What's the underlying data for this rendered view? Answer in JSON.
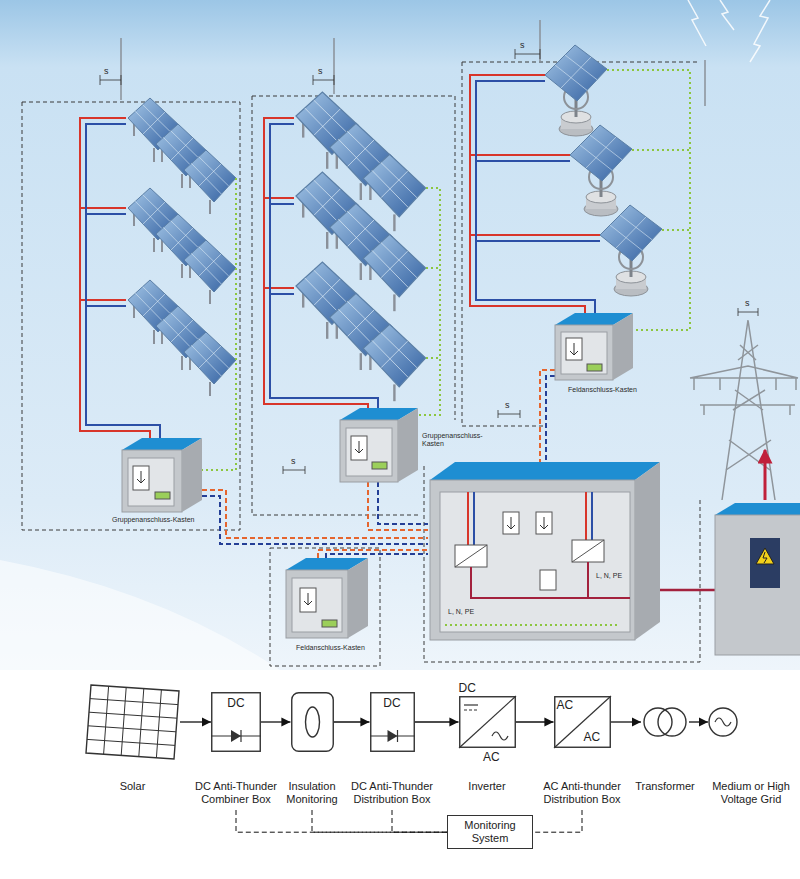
{
  "diagram": {
    "nodes": [
      {
        "text": [
          "Solar"
        ]
      },
      {
        "text": [
          "DC",
          "DC Anti-Thunder Combiner Box"
        ]
      },
      {
        "text": [
          "Insulation Monitoring"
        ]
      },
      {
        "text": [
          "DC",
          "DC Anti-Thunder Distribution Box"
        ]
      },
      {
        "text": [
          "DC",
          "AC",
          "Inverter"
        ]
      },
      {
        "text": [
          "AC",
          "AC",
          "AC Anti-thunder Distribution Box"
        ]
      },
      {
        "text": [
          "Transformer"
        ]
      },
      {
        "text": [
          "Medium or High Voltage Grid"
        ]
      },
      {
        "text": [
          "Monitoring System"
        ]
      }
    ],
    "edges": [
      {
        "from": 0,
        "to": 1,
        "arrow": "to"
      },
      {
        "from": 1,
        "to": 2,
        "arrow": "to"
      },
      {
        "from": 2,
        "to": 3,
        "arrow": "to"
      },
      {
        "from": 3,
        "to": 4,
        "arrow": "to"
      },
      {
        "from": 4,
        "to": 5,
        "arrow": "to"
      },
      {
        "from": 5,
        "to": 6,
        "arrow": "to"
      },
      {
        "from": 6,
        "to": 7,
        "arrow": "to"
      },
      {
        "from": 1,
        "to": 8,
        "arrow": "none"
      },
      {
        "from": 2,
        "to": 8,
        "arrow": "none"
      },
      {
        "from": 3,
        "to": 8,
        "arrow": "none"
      },
      {
        "from": 5,
        "to": 8,
        "arrow": "none"
      }
    ],
    "labels": [
      "s",
      "s",
      "s",
      "s",
      "s",
      "s",
      "Gruppenanschluss-Kasten",
      "Gruppenanschluss-Kasten",
      "Feldanschluss-Kasten",
      "Feldanschluss-Kasten",
      "L, N, PE",
      "L, N, PE"
    ]
  }
}
